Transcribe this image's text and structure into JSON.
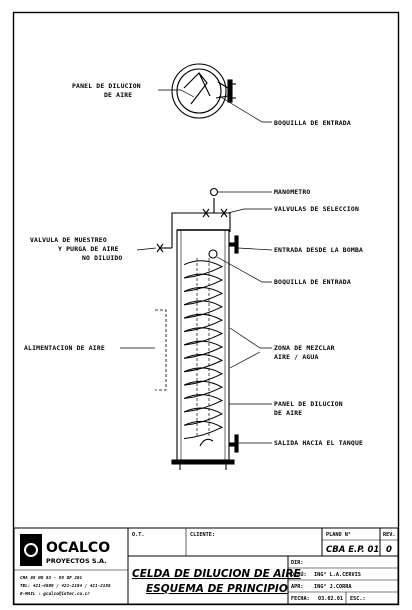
{
  "labels": {
    "panel_top": "PANEL DE DILUCION",
    "panel_top_2": "DE AIRE",
    "boquilla_top": "BOQUILLA DE ENTRADA",
    "manometro": "MANOMETRO",
    "valvulas": "VALVULAS DE SELECCION",
    "muestreo_1": "VALVULA DE MUESTREO",
    "muestreo_2": "Y PURGA DE AIRE",
    "muestreo_3": "NO DILUIDO",
    "entrada_bomba": "ENTRADA DESDE LA BOMBA",
    "boquilla_mid": "BOQUILLA DE ENTRADA",
    "alimentacion": "ALIMENTACION DE AIRE",
    "zona_1": "ZONA DE MEZCLAR",
    "zona_2": "AIRE / AGUA",
    "panel_mid_1": "PANEL DE DILUCION",
    "panel_mid_2": "DE AIRE",
    "salida": "SALIDA HACIA EL TANQUE"
  },
  "title_block": {
    "company": "OCALCO",
    "company_sub": "PROYECTOS S.A.",
    "address_1": "CRA 85 NO 53 - 56 OF 201",
    "address_2": "TEL: 421-4589 / 421-2154 / 421-2158",
    "address_3": "E-MAIL : gcalco@inter.co.cr",
    "ot_label": "O.T.",
    "client_label": "CLIENTE:",
    "plan_label": "PLANO N°",
    "rev_label": "REV.",
    "plan_number": "CBA E.P. 01",
    "rev_number": "0",
    "title_1": "CELDA DE DILUCION DE AIRE",
    "title_2": "ESQUEMA DE PRINCIPIO",
    "dir_label": "DIR:",
    "dib_label": "DIBÚ:",
    "dib_value": "ING° L.A.CERVIS",
    "apr_label": "APR:",
    "apr_value": "ING° J.CORRA",
    "fecha_label": "FECHA:",
    "fecha_value": "03.02.01",
    "esc_label": "ESC.:"
  }
}
